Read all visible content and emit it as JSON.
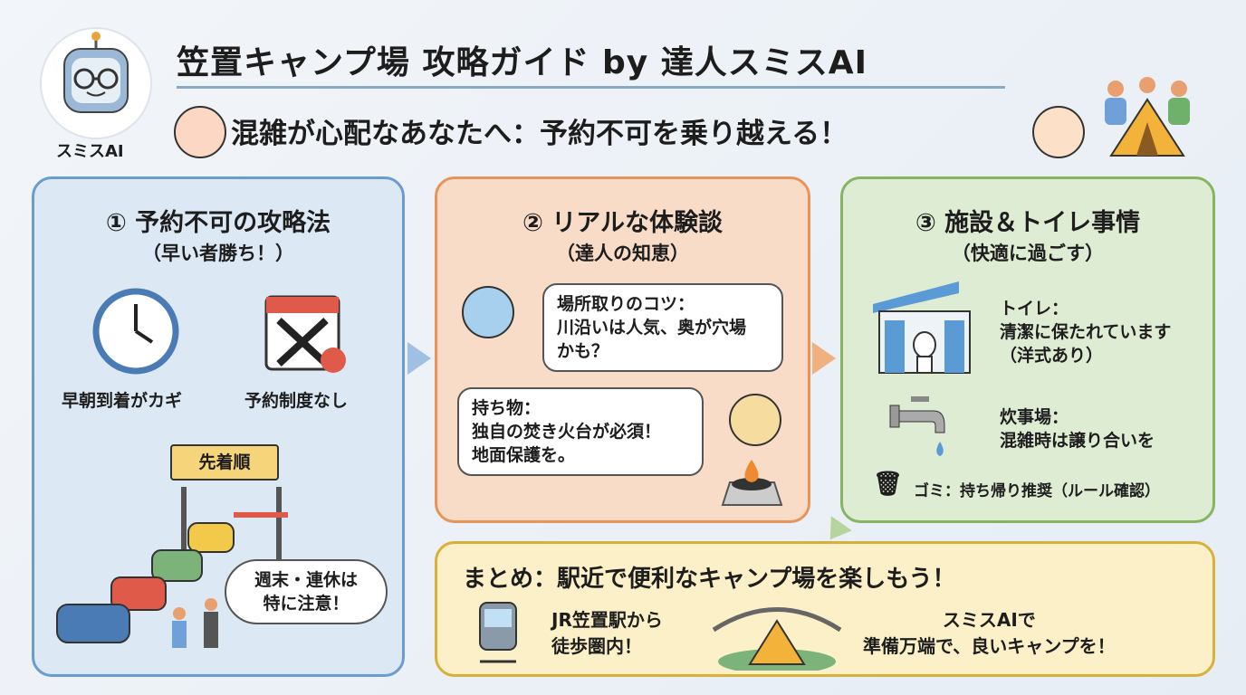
{
  "header": {
    "title": "笠置キャンプ場 攻略ガイド by 達人スミスAI",
    "subtitle": "混雑が心配なあなたへ：予約不可を乗り越える！",
    "avatar_label": "スミスAI"
  },
  "panel1": {
    "title": "① 予約不可の攻略法",
    "subtitle": "（早い者勝ち！）",
    "items": [
      "早朝到着がカギ",
      "予約制度なし"
    ],
    "sign": "先着順",
    "bubble": [
      "週末・連休は",
      "特に注意！"
    ]
  },
  "panel2": {
    "title": "② リアルな体験談",
    "subtitle": "（達人の知恵）",
    "bubble1": [
      "場所取りのコツ：",
      "川沿いは人気、奥が穴場",
      "かも？"
    ],
    "bubble2": [
      "持ち物：",
      "独自の焚き火台が必須！",
      "地面保護を。"
    ]
  },
  "panel3": {
    "title": "③ 施設＆トイレ事情",
    "subtitle": "（快適に過ごす）",
    "toilet": [
      "トイレ：",
      "清潔に保たれています",
      "（洋式あり）"
    ],
    "kitchen": [
      "炊事場：",
      "混雑時は譲り合いを"
    ],
    "trash": "ゴミ：持ち帰り推奨（ルール確認）"
  },
  "summary": {
    "title": "まとめ：駅近で便利なキャンプ場を楽しもう！",
    "access": [
      "JR笠置駅から",
      "徒歩圏内！"
    ],
    "closing": [
      "スミスAIで",
      "準備万端で、良いキャンプを！"
    ]
  },
  "colors": {
    "blue": "#6a9bd1",
    "orange": "#e8935a",
    "green": "#85b560",
    "yellow": "#d9b03a"
  }
}
